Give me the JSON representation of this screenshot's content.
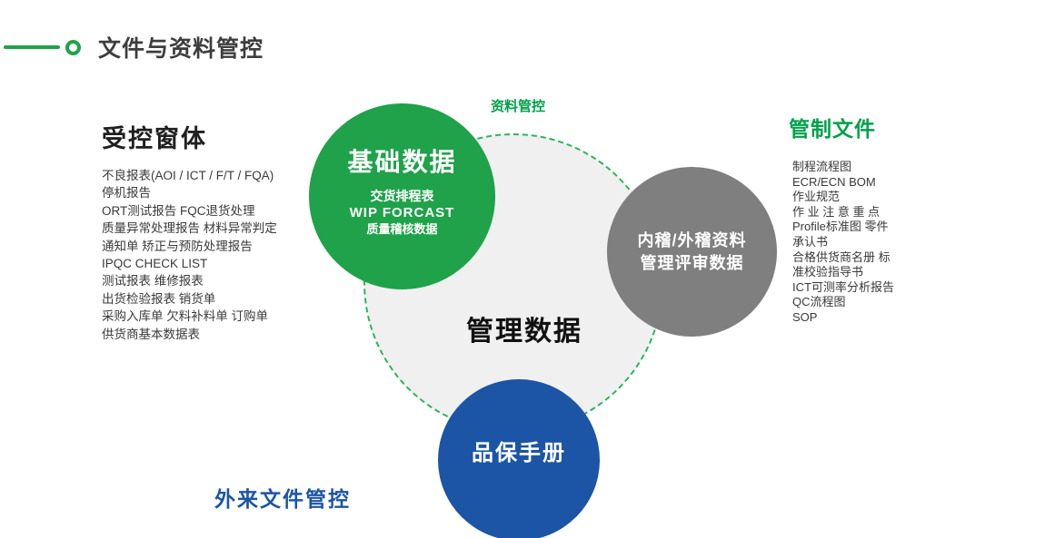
{
  "slide": {
    "title": "文件与资料管控"
  },
  "left_panel": {
    "heading": "受控窗体",
    "items": [
      "不良报表(AOI / ICT / F/T / FQA)",
      "停机报告",
      "ORT测试报告  FQC退货处理",
      "质量异常处理报告 材料异常判定",
      "通知单 矫正与预防处理报告",
      "IPQC CHECK LIST",
      "测试报表 维修报表",
      "出货检验报表 销货单",
      "采购入库单 欠料补料单 订购单",
      "供货商基本数据表"
    ]
  },
  "center": {
    "circle_label": "资料管控",
    "center_text": "管理数据",
    "green_circle": {
      "title": "基础数据",
      "lines": [
        "交货排程表",
        "WIP  FORCAST",
        "质量稽核数据"
      ]
    },
    "gray_circle": {
      "lines": [
        "内稽/外稽资料",
        "管理评审数据"
      ]
    },
    "blue_circle": {
      "title": "品保手册"
    }
  },
  "right_panel": {
    "heading": "管制文件",
    "items": [
      "制程流程图",
      "ECR/ECN  BOM",
      "作业规范",
      "作 业 注 意 重 点",
      "Profile标准图 零件",
      "承认书",
      "合格供货商名册 标",
      "准校验指导书",
      "ICT可测率分析报告",
      "QC流程图",
      "SOP"
    ]
  },
  "bottom_label": "外来文件管控",
  "colors": {
    "green": "#21a249",
    "green_text": "#00a14b",
    "gray_circle": "#7f7f7f",
    "blue": "#1c55a5",
    "title_text": "#3d3d3d",
    "dashed_circle_fill": "#f0f0f0"
  }
}
